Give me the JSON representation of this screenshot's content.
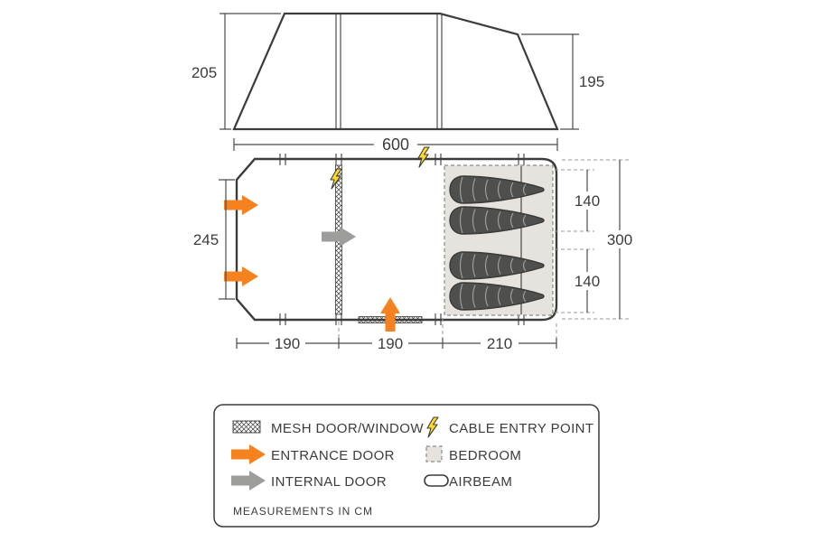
{
  "colors": {
    "outline": "#3c3c3b",
    "entrance_arrow": "#f5821f",
    "internal_arrow": "#9d9d9c",
    "bedroom_fill": "#e6e3df",
    "lightning_fill": "#ffd92b"
  },
  "elevation": {
    "height_left": "205",
    "height_right": "195",
    "width": "600"
  },
  "floorplan": {
    "depth_left": "245",
    "bedroom_width_top": "140",
    "bedroom_width_bottom": "140",
    "right_total": "300",
    "bottom_segments": [
      "190",
      "190",
      "210"
    ]
  },
  "legend": {
    "items": [
      {
        "icon": "mesh-swatch-icon",
        "label": "MESH DOOR/WINDOW"
      },
      {
        "icon": "lightning-icon",
        "label": "CABLE ENTRY POINT"
      },
      {
        "icon": "entrance-arrow-icon",
        "label": "ENTRANCE DOOR"
      },
      {
        "icon": "bedroom-swatch-icon",
        "label": "BEDROOM"
      },
      {
        "icon": "internal-arrow-icon",
        "label": "INTERNAL DOOR"
      },
      {
        "icon": "airbeam-icon",
        "label": "AIRBEAM"
      }
    ],
    "note": "MEASUREMENTS IN CM"
  }
}
